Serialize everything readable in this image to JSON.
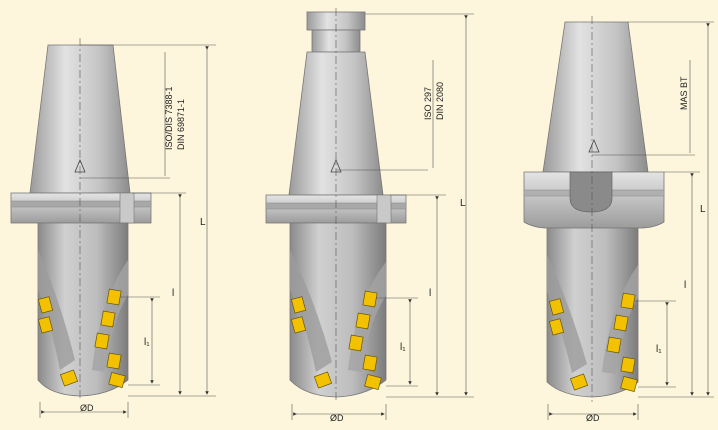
{
  "colors": {
    "background": "#fdf6dc",
    "steel_light": "#d8d8d8",
    "steel_mid": "#b4b4b4",
    "steel_dark": "#8a8a8a",
    "insert_yellow": "#f2c200",
    "line": "#555555"
  },
  "tools": [
    {
      "name": "iso-din-holder",
      "standard_lines": [
        "ISO/DIS 7388-1",
        "DIN 69871-1"
      ],
      "dim_L": "L",
      "dim_l": "l",
      "dim_l1": "l₁",
      "dim_D": "ØD"
    },
    {
      "name": "iso-297-holder",
      "standard_lines": [
        "ISO 297",
        "DIN 2080"
      ],
      "dim_L": "L",
      "dim_l": "l",
      "dim_l1": "l₁",
      "dim_D": "ØD"
    },
    {
      "name": "mas-bt-holder",
      "standard_lines": [
        "MAS BT"
      ],
      "dim_L": "L",
      "dim_l": "l",
      "dim_l1": "l₁",
      "dim_D": "ØD"
    }
  ]
}
